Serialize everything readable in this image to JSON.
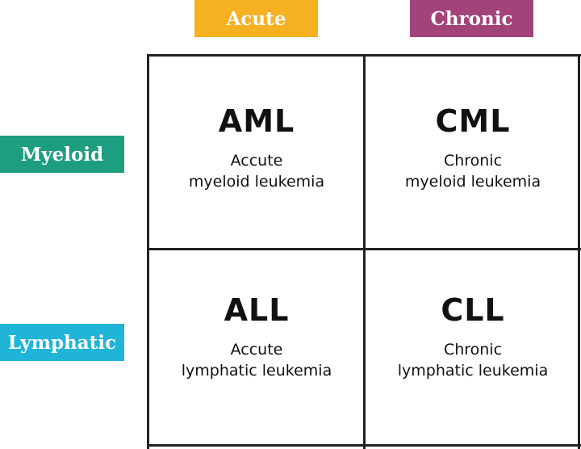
{
  "columns": [
    {
      "label": "Acute",
      "color": "#F6B123"
    },
    {
      "label": "Chronic",
      "color": "#A2447A"
    }
  ],
  "rows": [
    {
      "label": "Myeloid",
      "color": "#1E9E80"
    },
    {
      "label": "Lymphatic",
      "color": "#1FB4D8"
    }
  ],
  "cells": {
    "aml": {
      "abbr": "AML",
      "line1": "Accute",
      "line2": "myeloid leukemia"
    },
    "cml": {
      "abbr": "CML",
      "line1": "Chronic",
      "line2": "myeloid leukemia"
    },
    "all": {
      "abbr": "ALL",
      "line1": "Accute",
      "line2": "lymphatic leukemia"
    },
    "cll": {
      "abbr": "CLL",
      "line1": "Chronic",
      "line2": "lymphatic leukemia"
    }
  }
}
